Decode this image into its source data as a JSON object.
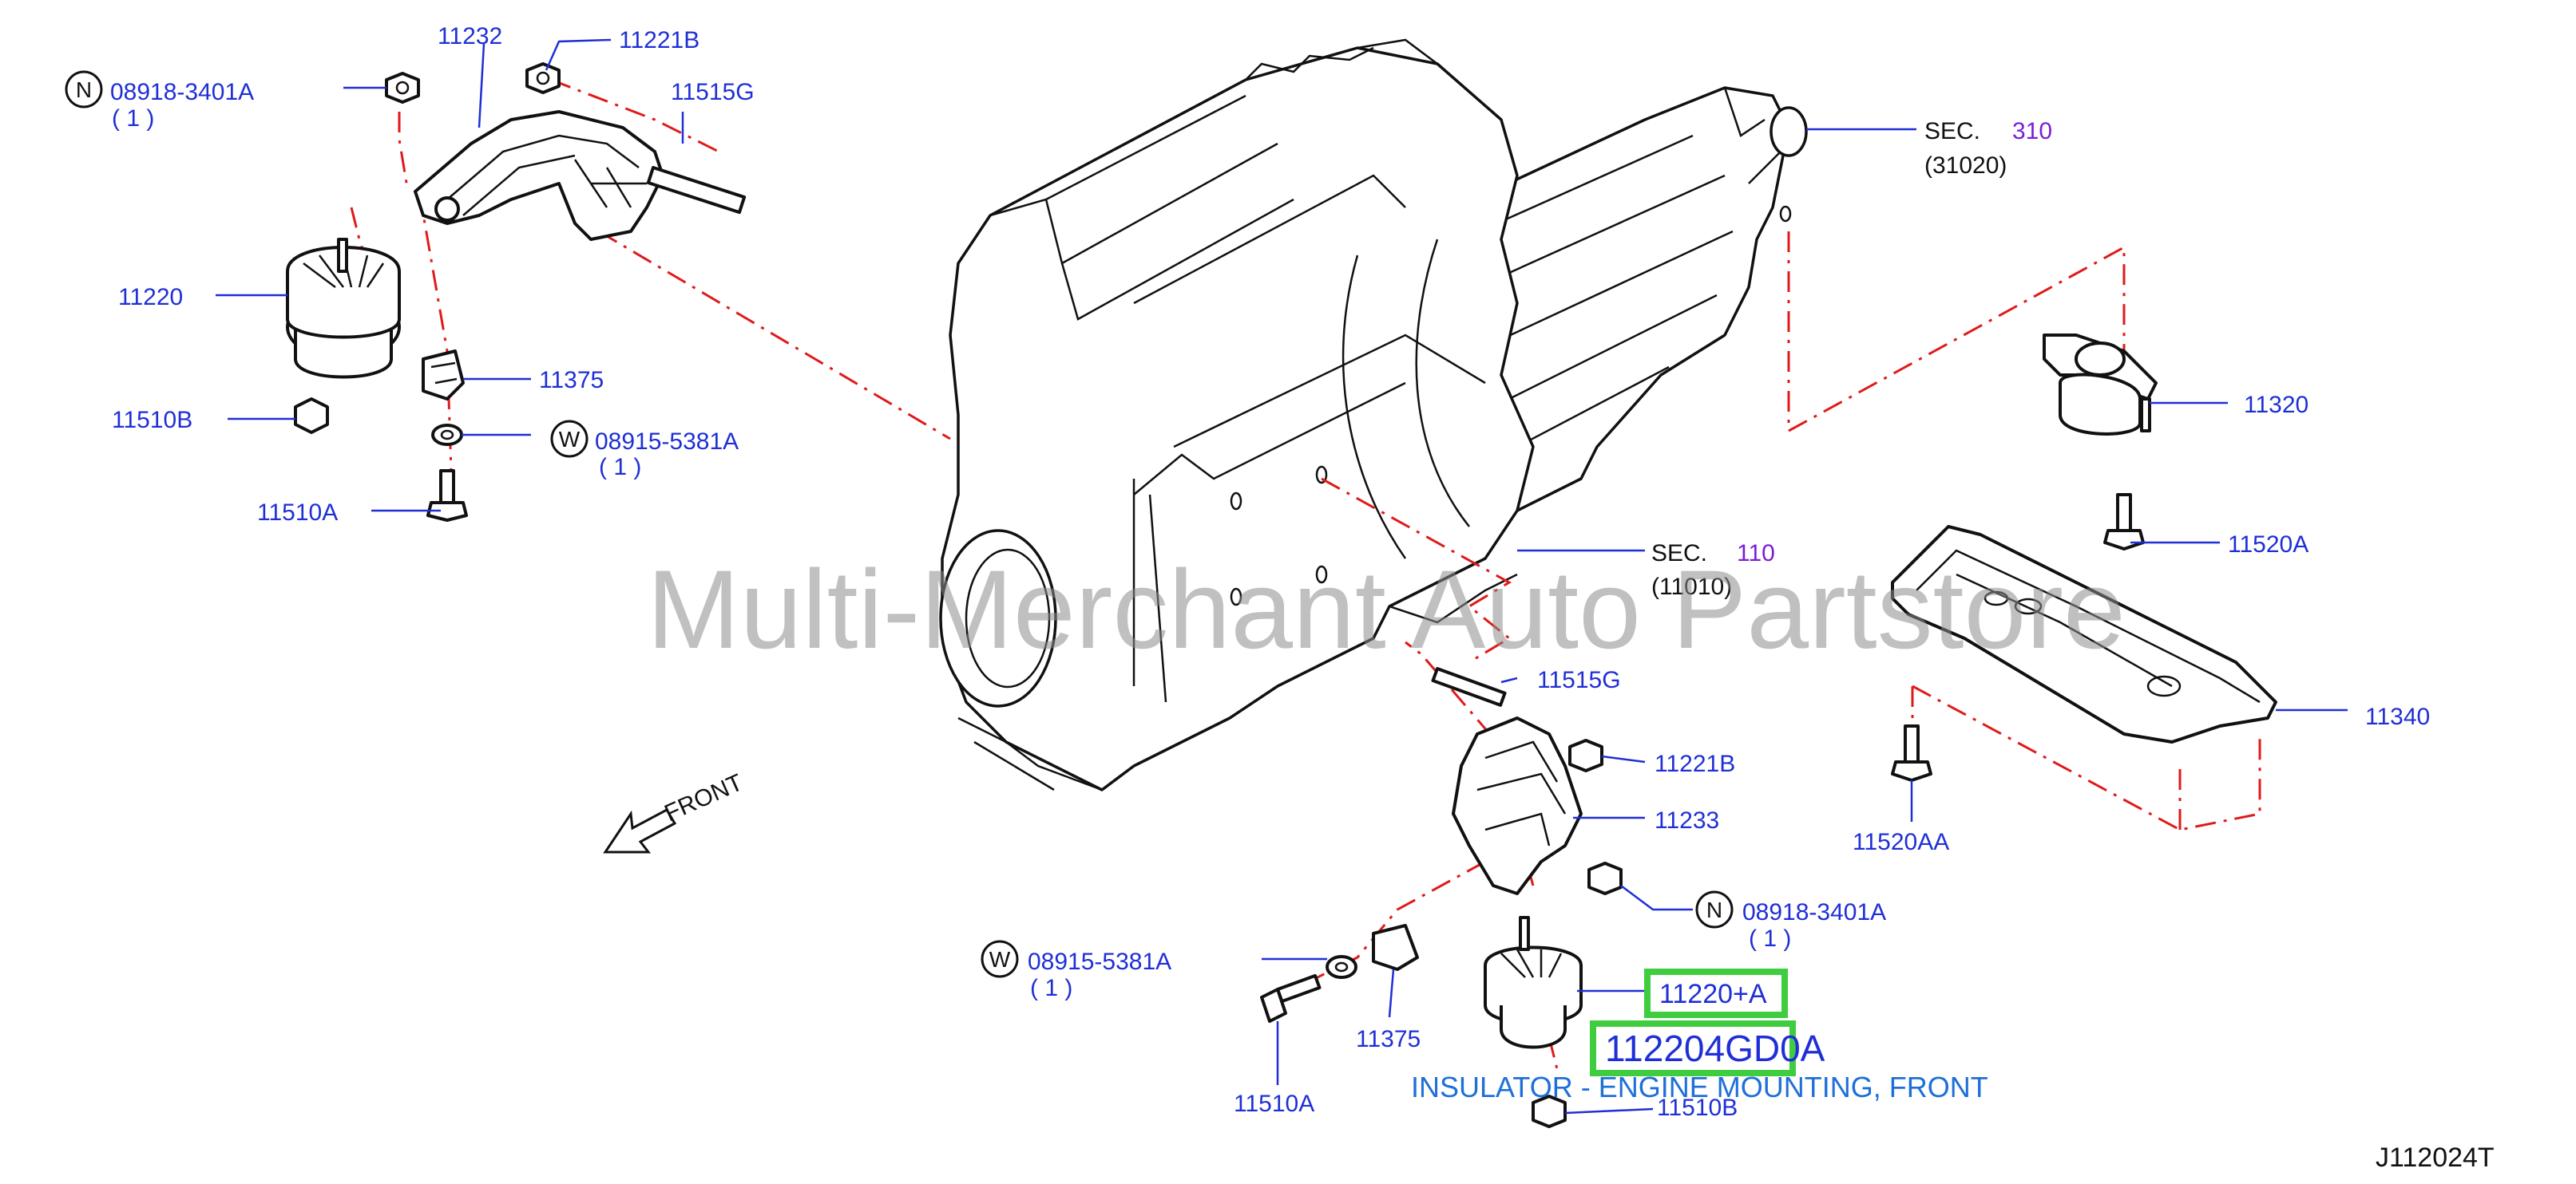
{
  "labels": {
    "p11232": "11232",
    "p11221B_top": "11221B",
    "p11515G_top": "11515G",
    "n08918_top": "08918-3401A",
    "n08918_top_qty": "(  1  )",
    "p11220": "11220",
    "p11510B_left": "11510B",
    "p11375_left": "11375",
    "w08915_left": "08915-5381A",
    "w08915_left_qty": "(  1  )",
    "p11510A_left": "11510A",
    "sec310_prefix": "SEC.",
    "sec310_num": "310",
    "sec310_sub": "(31020)",
    "p11320": "11320",
    "p11520A": "11520A",
    "sec110_prefix": "SEC.",
    "sec110_num": "110",
    "sec110_sub": "(11010)",
    "p11340": "11340",
    "p11520AA": "11520AA",
    "p11515G_mid": "11515G",
    "p11221B_mid": "11221B",
    "p11233": "11233",
    "n08918_mid": "08918-3401A",
    "n08918_mid_qty": "(  1  )",
    "w08915_mid": "08915-5381A",
    "w08915_mid_qty": "(  1  )",
    "p11375_mid": "11375",
    "p11510A_mid": "11510A",
    "p11220A": "11220+A",
    "part_number": "112204GD0A",
    "part_description": "INSULATOR - ENGINE MOUNTING, FRONT",
    "p11510B_mid": "11510B",
    "front": "FRONT",
    "diagram_id": "J112024T",
    "circle_n": "N",
    "circle_w": "W"
  },
  "watermark": "Multi-Merchant Auto Partstore",
  "colors": {
    "label": "#1f2fd6",
    "sec_number": "#7a1fd6",
    "description": "#1e6fd9",
    "highlight_box": "#3fcc3f",
    "dash_line": "#e01a1a",
    "watermark": "#8c8c8c"
  }
}
